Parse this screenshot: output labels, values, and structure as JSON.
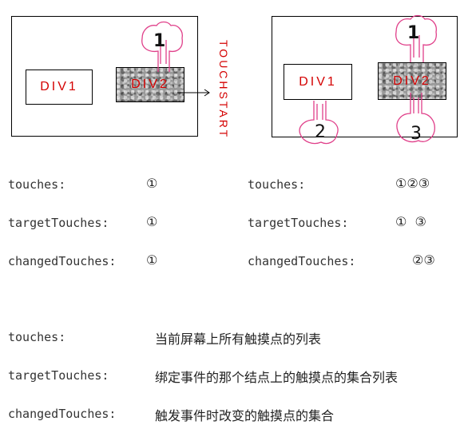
{
  "left_panel": {
    "div1": "DIV1",
    "div2": "DIV2"
  },
  "right_panel": {
    "div1": "DIV1",
    "div2": "DIV2"
  },
  "event_label": "TOUCHSTART",
  "hands": {
    "one": "1",
    "two": "2",
    "three": "3"
  },
  "colors": {
    "accent": "#d40000",
    "hand": "#e0408a"
  },
  "rows": [
    {
      "label": "touches:",
      "left": "①",
      "right": "①②③"
    },
    {
      "label": "targetTouches:",
      "left": "①",
      "right": "①  ③"
    },
    {
      "label": "changedTouches:",
      "left": "①",
      "right": "②③"
    }
  ],
  "definitions": [
    {
      "term": "touches:",
      "desc": "当前屏幕上所有触摸点的列表"
    },
    {
      "term": "targetTouches:",
      "desc": "绑定事件的那个结点上的触摸点的集合列表"
    },
    {
      "term": "changedTouches:",
      "desc": "触发事件时改变的触摸点的集合"
    }
  ]
}
